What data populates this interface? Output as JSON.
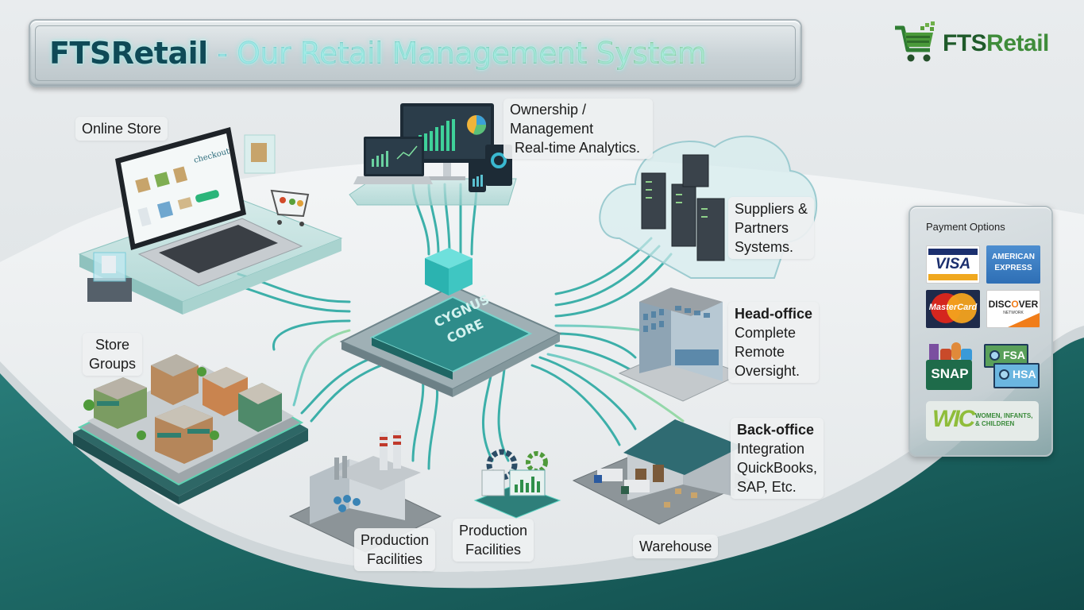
{
  "title": {
    "brand": "FTSRetail",
    "rest": " - Our Retail Management System"
  },
  "logo": {
    "icon": "shopping-cart-icon",
    "fts": "FTS",
    "retail": "Retail"
  },
  "core": {
    "label_line1": "CYGNUS",
    "label_line2": "CORE"
  },
  "nodes": {
    "online_store": {
      "label": "Online Store",
      "icon": "laptop-checkout-icon",
      "screen_heading": "checkout"
    },
    "analytics": {
      "line1": "Ownership /",
      "line2": "Management",
      "line3": "Real-time Analytics.",
      "icon": "dashboard-devices-icon"
    },
    "suppliers": {
      "line1": "Suppliers &",
      "line2": "Partners",
      "line3": "Systems.",
      "icon": "cloud-servers-icon"
    },
    "head_office": {
      "bold": "Head-office",
      "line1": "Complete",
      "line2": "Remote",
      "line3": "Oversight.",
      "icon": "office-building-icon"
    },
    "back_office": {
      "bold": "Back-office",
      "line1": "Integration",
      "line2": "QuickBooks,",
      "line3": "SAP, Etc.",
      "icon": "warehouse-building-icon"
    },
    "store_groups": {
      "line1": "Store",
      "line2": "Groups",
      "icon": "storefronts-icon"
    },
    "production_1": {
      "line1": "Production",
      "line2": "Facilities",
      "icon": "factory-icon"
    },
    "production_2": {
      "line1": "Production",
      "line2": "Facilities",
      "icon": "gears-chart-icon"
    },
    "warehouse": {
      "label": "Warehouse"
    }
  },
  "payment": {
    "title": "Payment Options",
    "visa": "VISA",
    "amex_line1": "AMERICAN",
    "amex_line2": "EXPRESS",
    "mastercard": "MasterCard",
    "discover_a": "DISC",
    "discover_o": "O",
    "discover_b": "VER",
    "discover_sub": "NETWORK",
    "snap": "SNAP",
    "fsa": "FSA",
    "hsa": "HSA",
    "wic": "WIC",
    "wic_sub1": "WOMEN, INFANTS,",
    "wic_sub2": "& CHILDREN"
  },
  "colors": {
    "brand_dark": "#0f4a57",
    "accent_teal": "#1aa7b3",
    "accent_green": "#3f9b3a",
    "floor_teal": "#1f6b68"
  }
}
